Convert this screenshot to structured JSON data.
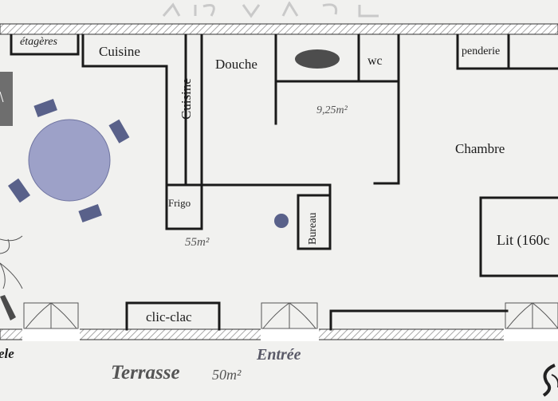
{
  "plan": {
    "rooms": {
      "etageres": "étagères",
      "cuisine_top": "Cuisine",
      "cuisine_side": "Cuisine",
      "douche": "Douche",
      "wc": "wc",
      "penderie": "penderie",
      "chambre": "Chambre",
      "frigo": "Frigo",
      "bureau": "Bureau",
      "lit": "Lit (160c",
      "clic_clac": "clic-clac"
    },
    "areas": {
      "bathroom": "9,25m²",
      "main": "55m²"
    },
    "outside": {
      "entree": "Entrée",
      "terrasse": "Terrasse",
      "terrasse_area": "50m²",
      "left_cut": "ele"
    }
  },
  "colors": {
    "background": "#f1f1ef",
    "wall": "#1a1a1a",
    "hatch": "#cfcfcf",
    "table": "#9da1c8",
    "chair": "#59618a",
    "shower": "#4d4d4d"
  }
}
